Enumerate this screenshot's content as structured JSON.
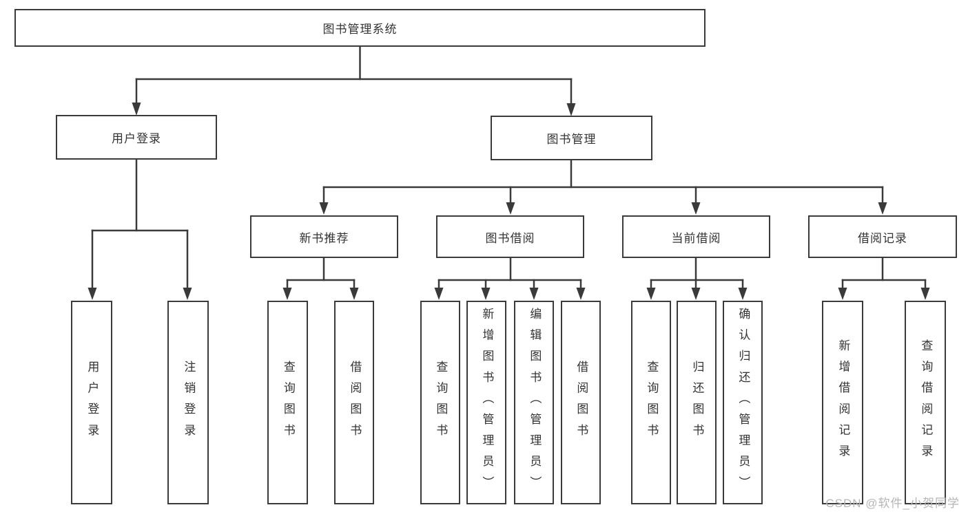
{
  "meta": {
    "background_color": "#ffffff",
    "line_color": "#3a3a3a",
    "text_color": "#333333",
    "watermark_color": "#b5b5b5"
  },
  "tree": {
    "root_label": "图书管理系统",
    "branches": [
      {
        "label": "用户登录",
        "leaves": [
          "用户登录",
          "注销登录"
        ]
      },
      {
        "label": "图书管理",
        "groups": [
          {
            "label": "新书推荐",
            "leaves": [
              "查询图书",
              "借阅图书"
            ]
          },
          {
            "label": "图书借阅",
            "leaves": [
              "查询图书",
              "新增图书（管理员）",
              "编辑图书（管理员）",
              "借阅图书"
            ]
          },
          {
            "label": "当前借阅",
            "leaves": [
              "查询图书",
              "归还图书",
              "确认归还（管理员）"
            ]
          },
          {
            "label": "借阅记录",
            "leaves": [
              "新增借阅记录",
              "查询借阅记录"
            ]
          }
        ]
      }
    ]
  },
  "watermark": "CSDN @软件_小贺同学"
}
